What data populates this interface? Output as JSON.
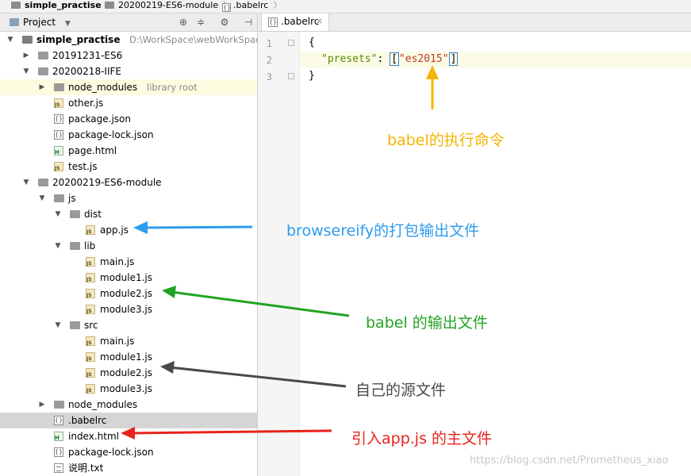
{
  "breadcrumb": [
    "simple_practise",
    "20200219-ES6-module",
    ".babelrc"
  ],
  "panel": {
    "title": "Project",
    "tree": [
      {
        "label": "simple_practise",
        "hint": "D:\\WorkSpace\\webWorkSpace\\simp",
        "type": "folder",
        "depth": 0,
        "expand": "open",
        "bold": true
      },
      {
        "label": "20191231-ES6",
        "type": "folder",
        "depth": 1,
        "expand": "closed"
      },
      {
        "label": "20200218-IIFE",
        "type": "folder",
        "depth": 1,
        "expand": "open"
      },
      {
        "label": "node_modules",
        "hint": "library root",
        "type": "folder",
        "depth": 2,
        "expand": "closed",
        "highlight": "yellow"
      },
      {
        "label": "other.js",
        "type": "js",
        "depth": 2
      },
      {
        "label": "package.json",
        "type": "json",
        "depth": 2
      },
      {
        "label": "package-lock.json",
        "type": "json",
        "depth": 2
      },
      {
        "label": "page.html",
        "type": "html",
        "depth": 2
      },
      {
        "label": "test.js",
        "type": "js",
        "depth": 2
      },
      {
        "label": "20200219-ES6-module",
        "type": "folder",
        "depth": 1,
        "expand": "open"
      },
      {
        "label": "js",
        "type": "folder",
        "depth": 2,
        "expand": "open"
      },
      {
        "label": "dist",
        "type": "folder",
        "depth": 3,
        "expand": "open"
      },
      {
        "label": "app.js",
        "type": "js",
        "depth": 4
      },
      {
        "label": "lib",
        "type": "folder",
        "depth": 3,
        "expand": "open"
      },
      {
        "label": "main.js",
        "type": "js",
        "depth": 4
      },
      {
        "label": "module1.js",
        "type": "js",
        "depth": 4
      },
      {
        "label": "module2.js",
        "type": "js",
        "depth": 4
      },
      {
        "label": "module3.js",
        "type": "js",
        "depth": 4
      },
      {
        "label": "src",
        "type": "folder",
        "depth": 3,
        "expand": "open"
      },
      {
        "label": "main.js",
        "type": "js",
        "depth": 4
      },
      {
        "label": "module1.js",
        "type": "js",
        "depth": 4
      },
      {
        "label": "module2.js",
        "type": "js",
        "depth": 4
      },
      {
        "label": "module3.js",
        "type": "js",
        "depth": 4
      },
      {
        "label": "node_modules",
        "type": "folder",
        "depth": 2,
        "expand": "closed"
      },
      {
        "label": ".babelrc",
        "type": "json",
        "depth": 2,
        "highlight": "gray"
      },
      {
        "label": "index.html",
        "type": "html",
        "depth": 2
      },
      {
        "label": "package-lock.json",
        "type": "json",
        "depth": 2
      },
      {
        "label": "说明.txt",
        "type": "txt",
        "depth": 2
      }
    ]
  },
  "editor": {
    "tab": ".babelrc",
    "line_numbers": [
      "1",
      "2",
      "3"
    ],
    "code": {
      "open": "{",
      "key": "\"presets\"",
      "colon": ": ",
      "lb": "[",
      "value": "\"es2015\"",
      "rb": "]",
      "close": "}"
    }
  },
  "annotations": {
    "babel_cmd": "babel的执行命令",
    "browserify_out": "browsereify的打包输出文件",
    "babel_out": "babel 的输出文件",
    "own_src": "自己的源文件",
    "main_file": "引入app.js 的主文件"
  },
  "colors": {
    "yellow": "#f5b400",
    "blue": "#2d9bef",
    "green": "#22a322",
    "gray": "#4a4a4a",
    "red": "#e8231b",
    "json_key": "#5c8a00",
    "json_string": "#c0392b"
  },
  "watermark": "https://blog.csdn.net/Prometheus_xiao"
}
